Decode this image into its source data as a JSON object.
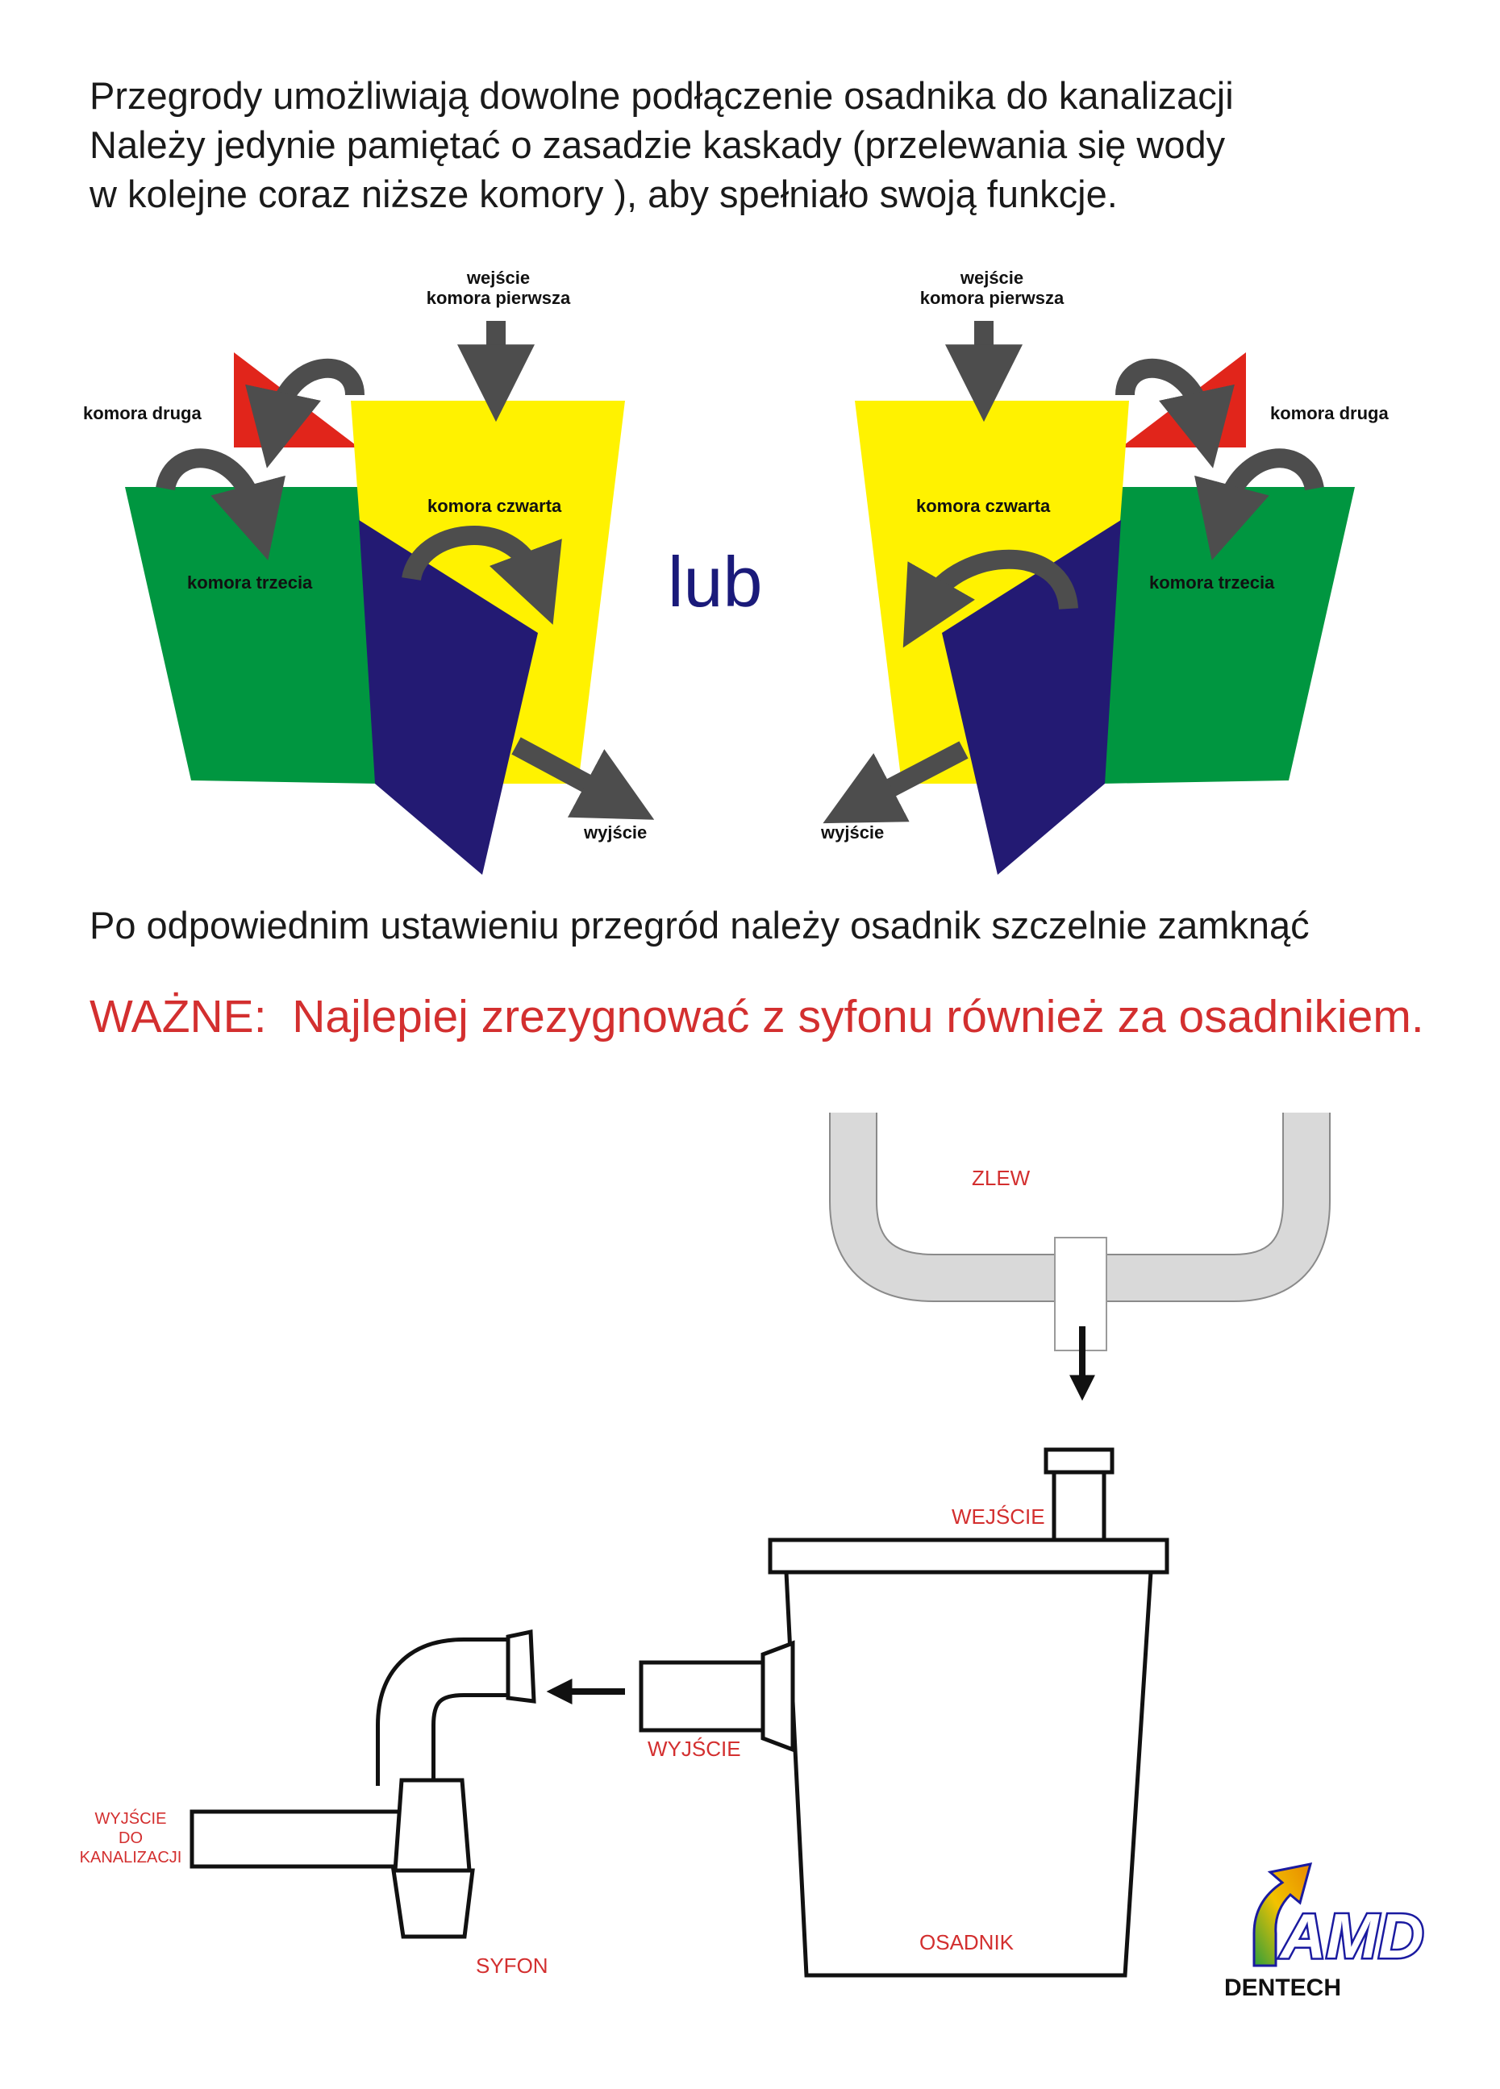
{
  "intro": {
    "line1": "Przegrody umożliwiają dowolne podłączenie osadnika do kanalizacji",
    "line2": "Należy jedynie pamiętać o zasadzie kaskady (przelewania się wody",
    "line3": "w kolejne coraz niższe komory ), aby spełniało swoją funkcje."
  },
  "diagram_left": {
    "inlet_line1": "wejście",
    "inlet_line2": "komora pierwsza",
    "chamber2": "komora druga",
    "chamber3": "komora trzecia",
    "chamber4": "komora czwarta",
    "outlet": "wyjście"
  },
  "diagram_right": {
    "inlet_line1": "wejście",
    "inlet_line2": "komora pierwsza",
    "chamber2": "komora druga",
    "chamber3": "komora trzecia",
    "chamber4": "komora czwarta",
    "outlet": "wyjście"
  },
  "separator": "lub",
  "instruction": "Po odpowiednim ustawieniu przegród należy osadnik szczelnie zamknąć",
  "warning": "WAŻNE:  Najlepiej zrezygnować z syfonu również za osadnikiem.",
  "install": {
    "sink": "ZLEW",
    "inlet": "WEJŚCIE",
    "outlet": "WYJŚCIE",
    "drain_line1": "WYJŚCIE",
    "drain_line2": "DO",
    "drain_line3": "KANALIZACJI",
    "trap": "SYFON",
    "tank": "OSADNIK"
  },
  "logo": {
    "brand": "AMD",
    "name": "DENTECH"
  },
  "colors": {
    "yellow": "#fff200",
    "green": "#009640",
    "navy": "#231a73",
    "red": "#e1251b",
    "arrow": "#4d4d4d",
    "warning": "#d32f2f",
    "pipe": "#d9d9d9"
  }
}
